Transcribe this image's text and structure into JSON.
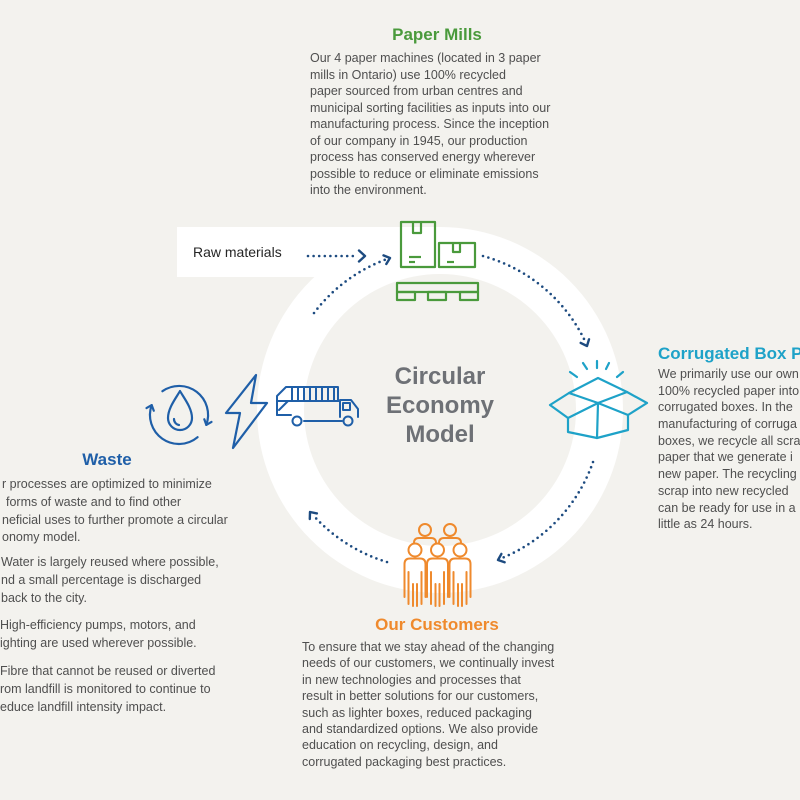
{
  "colors": {
    "background": "#f3f2ee",
    "ring": "#ffffff",
    "paper_mills": "#4a9a3c",
    "corrugated_box": "#1ea2c8",
    "customers": "#ef8a2d",
    "waste": "#1f5fa8",
    "arrows": "#1d4b80",
    "center_title": "#6e7176",
    "body_text": "#4f4f4f"
  },
  "diagram": {
    "center_title_lines": [
      "Circular",
      "Economy",
      "Model"
    ],
    "input_label": "Raw materials",
    "flow_arrows": [
      {
        "from": "raw_materials",
        "to": "paper_mills"
      },
      {
        "from": "paper_mills",
        "to": "corrugated_box"
      },
      {
        "from": "corrugated_box",
        "to": "customers"
      },
      {
        "from": "customers",
        "to": "waste"
      },
      {
        "from": "waste",
        "to": "paper_mills"
      }
    ]
  },
  "sections": {
    "paper_mills": {
      "heading": "Paper Mills",
      "icon": "boxes-on-pallet-icon",
      "lines": [
        "Our 4 paper machines (located in 3 paper",
        "mills in Ontario) use 100% recycled",
        "paper sourced from urban centres and",
        "municipal sorting facilities as inputs into our",
        "manufacturing process. Since the inception",
        "of our company in 1945, our production",
        "process has conserved energy wherever",
        "possible to reduce or eliminate emissions",
        "into the environment."
      ]
    },
    "corrugated_box": {
      "heading": "Corrugated Box P",
      "icon": "open-box-icon",
      "lines": [
        "We primarily use our own",
        "100% recycled paper into",
        "corrugated boxes. In the",
        "manufacturing of corruga",
        "boxes, we recycle all scra",
        "paper that we generate i",
        "new paper. The recycling",
        "scrap into new recycled",
        "can be ready for use in a",
        "little as 24 hours."
      ]
    },
    "customers": {
      "heading": "Our Customers",
      "icon": "people-group-icon",
      "lines": [
        "To ensure that we stay ahead of the changing",
        "needs of our customers, we continually invest",
        "in new technologies and processes that",
        "result in better solutions for our customers,",
        "such as lighter boxes, reduced packaging",
        "and standardized options. We also provide",
        "education on recycling, design, and",
        "corrugated packaging best practices."
      ]
    },
    "waste": {
      "heading": "Waste",
      "icons": [
        "water-recycle-icon",
        "lightning-bolt-icon",
        "garbage-truck-icon"
      ],
      "paragraphs": [
        [
          "r processes are optimized to minimize",
          "forms of waste and to find other",
          "neficial uses to further promote a circular",
          "onomy model."
        ],
        [
          "Water is largely reused where possible,",
          "nd a small percentage is discharged",
          "back to the city."
        ],
        [
          "High-efficiency pumps, motors, and",
          "ighting are used wherever possible."
        ],
        [
          "Fibre that cannot be reused or diverted",
          "rom landfill is monitored to continue to",
          "educe landfill intensity impact."
        ]
      ]
    }
  }
}
